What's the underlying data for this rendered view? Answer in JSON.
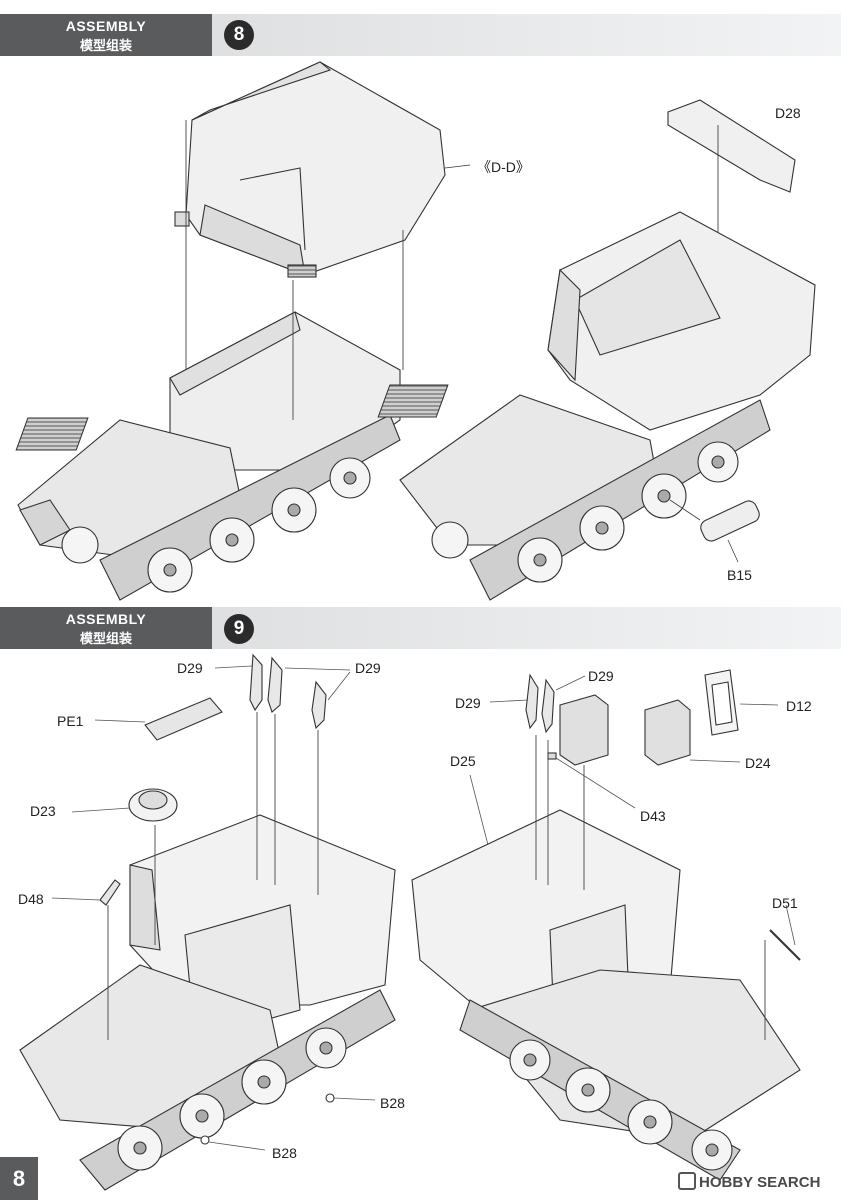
{
  "steps": [
    {
      "number": "8",
      "title_en": "ASSEMBLY",
      "title_zh": "模型组装",
      "callouts": {
        "dd": "《D-D》",
        "d28": "D28",
        "b15": "B15"
      }
    },
    {
      "number": "9",
      "title_en": "ASSEMBLY",
      "title_zh": "模型组装",
      "callouts": {
        "pe1": "PE1",
        "d23": "D23",
        "d48": "D48",
        "d29_a": "D29",
        "d29_b": "D29",
        "d29_c": "D29",
        "d29_d": "D29",
        "d25": "D25",
        "d43": "D43",
        "d12": "D12",
        "d24": "D24",
        "d51": "D51",
        "b28_a": "B28",
        "b28_b": "B28"
      }
    }
  ],
  "page_number": "8",
  "watermark": "HOBBY SEARCH",
  "icons": [
    "step-number-badge",
    "hobby-search-logo-icon"
  ]
}
